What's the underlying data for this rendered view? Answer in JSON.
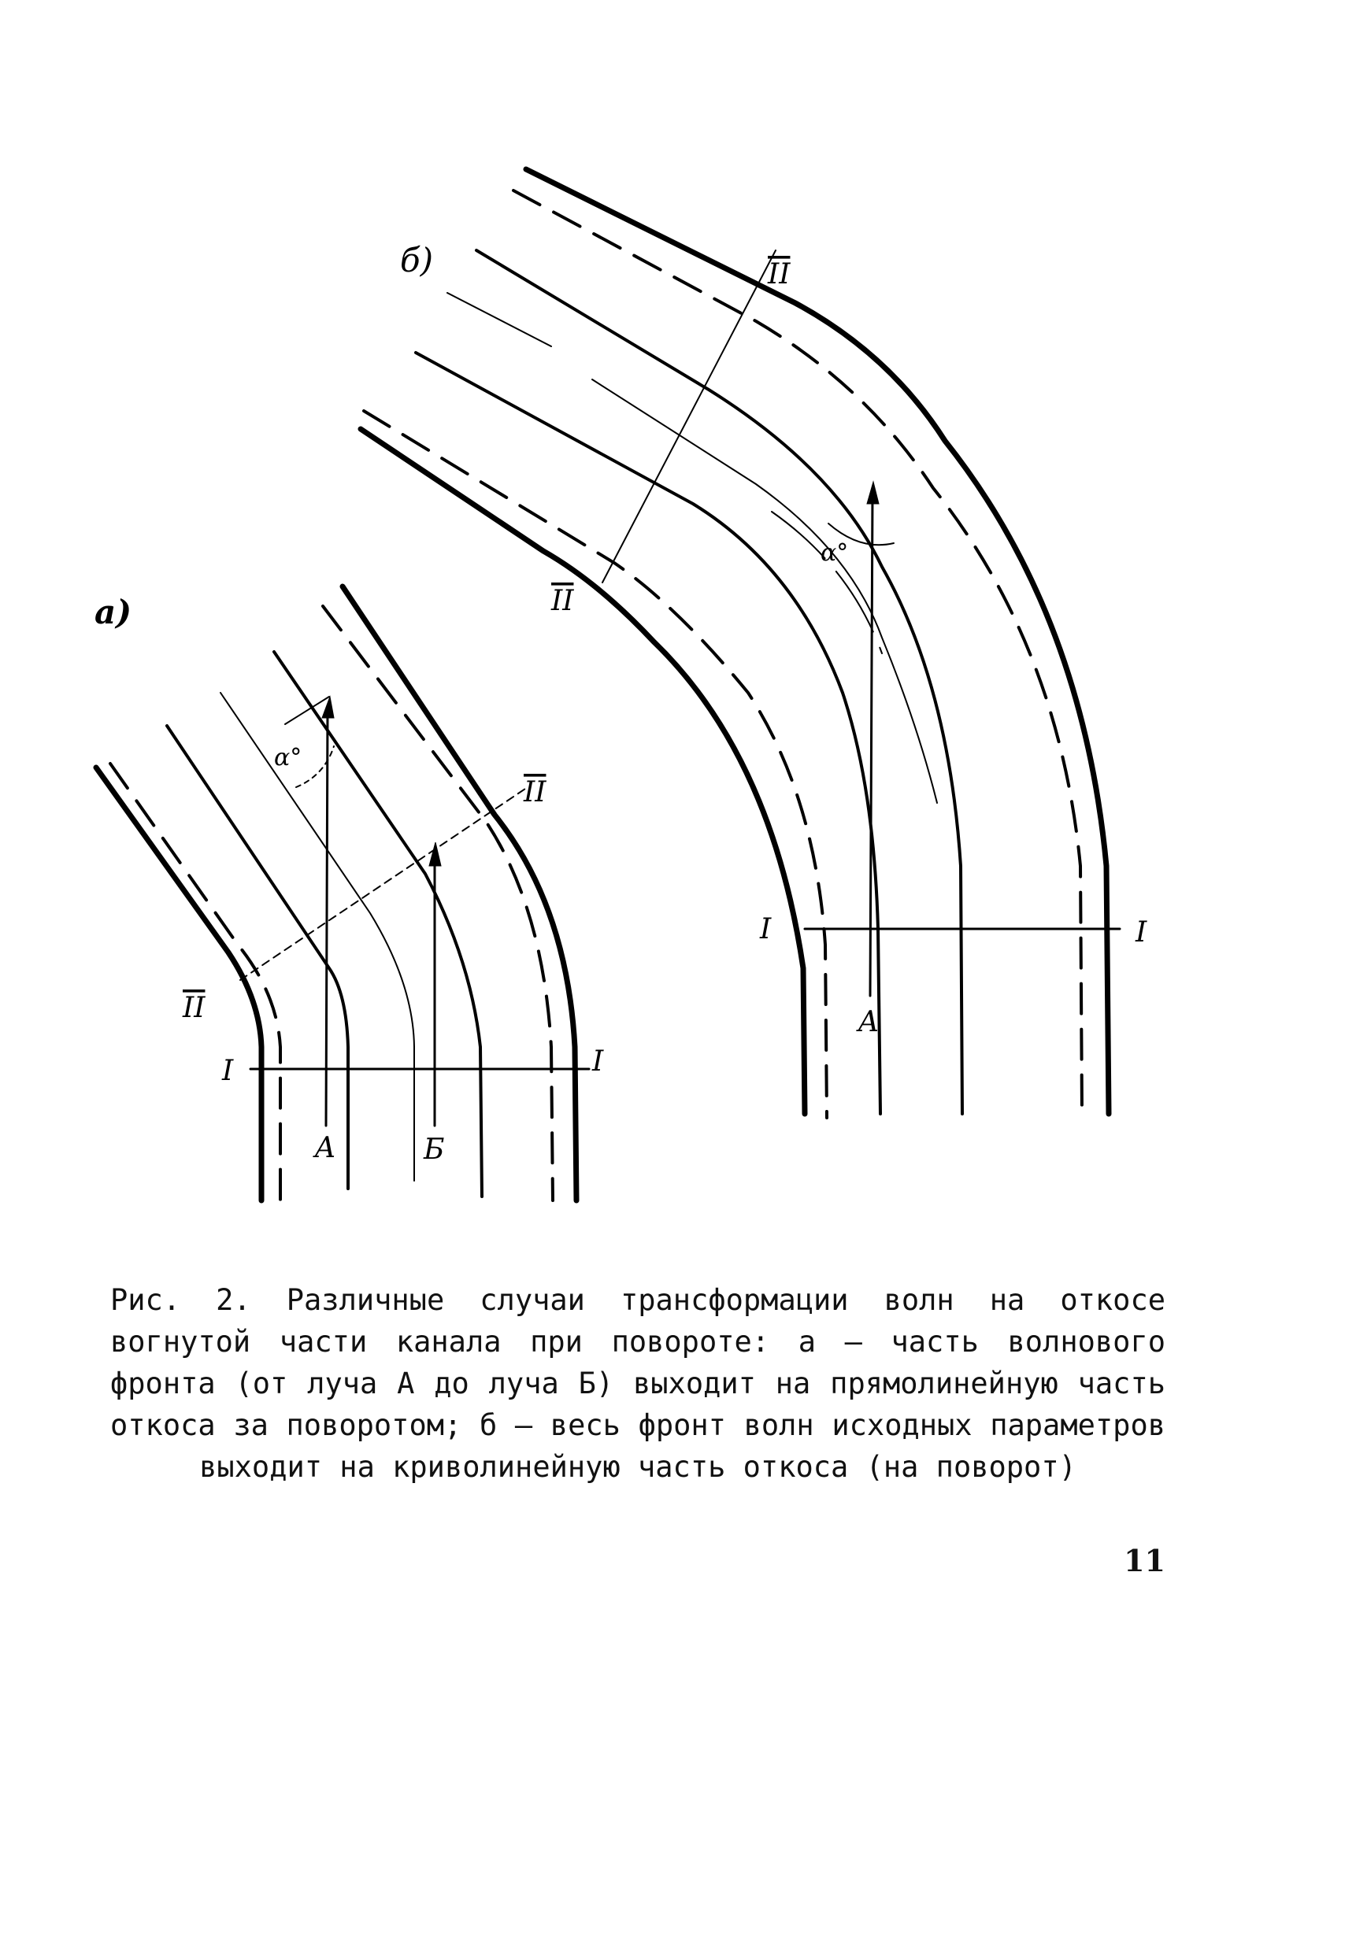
{
  "figure": {
    "panel_a_label": "а)",
    "panel_b_label": "б)",
    "labels": {
      "section_I": "I",
      "section_II": "II",
      "ray_A": "A",
      "ray_B": "Б",
      "angle": "α°"
    }
  },
  "caption": "Рис. 2. Различные случаи трансформации волн на откосе вогнутой части канала при повороте: а – часть волнового фронта (от луча А до луча Б) выходит на прямолинейную часть откоса за поворотом; б – весь фронт волн исходных параметров выходит на криволинейную часть откоса (на поворот)",
  "page_number": "11"
}
